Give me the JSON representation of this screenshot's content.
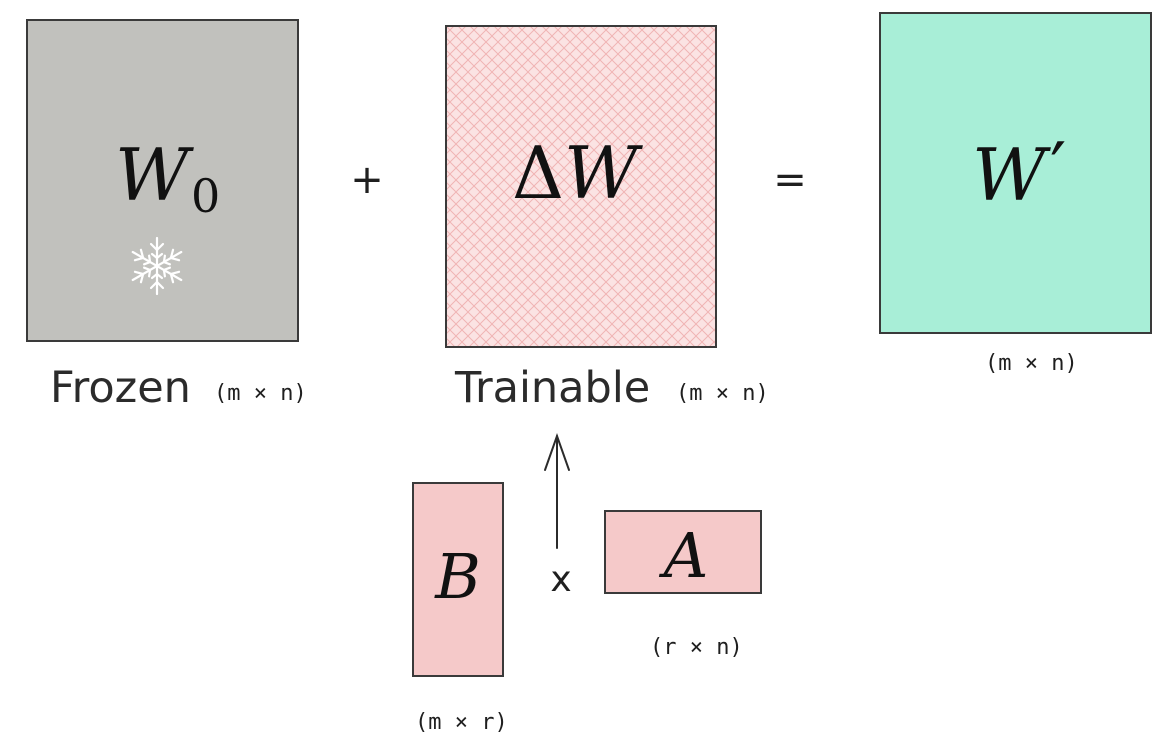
{
  "matrices": {
    "w0": {
      "symbol": "W",
      "subscript": "0",
      "fill": "#c1c1bd",
      "label": "Frozen",
      "dims": "(m × n)"
    },
    "delta_w": {
      "symbol_prefix": "Δ",
      "symbol": "W",
      "fill": "#fbe3e3",
      "hatch": "#f0b4b4",
      "label": "Trainable",
      "dims": "(m × n)"
    },
    "w_prime": {
      "symbol": "W",
      "prime": "′",
      "fill": "#a8eed7",
      "dims": "(m × n)"
    },
    "b": {
      "symbol": "B",
      "fill": "#f5c9c9",
      "dims": "(m × r)"
    },
    "a": {
      "symbol": "A",
      "fill": "#f5c9c9",
      "dims": "(r × n)"
    }
  },
  "operators": {
    "plus": "+",
    "equals": "=",
    "times": "x"
  },
  "icons": {
    "frozen": "snowflake-icon",
    "flow": "up-arrow"
  },
  "colors": {
    "stroke": "#3a3a3a",
    "snowflake": "#ffffff"
  }
}
